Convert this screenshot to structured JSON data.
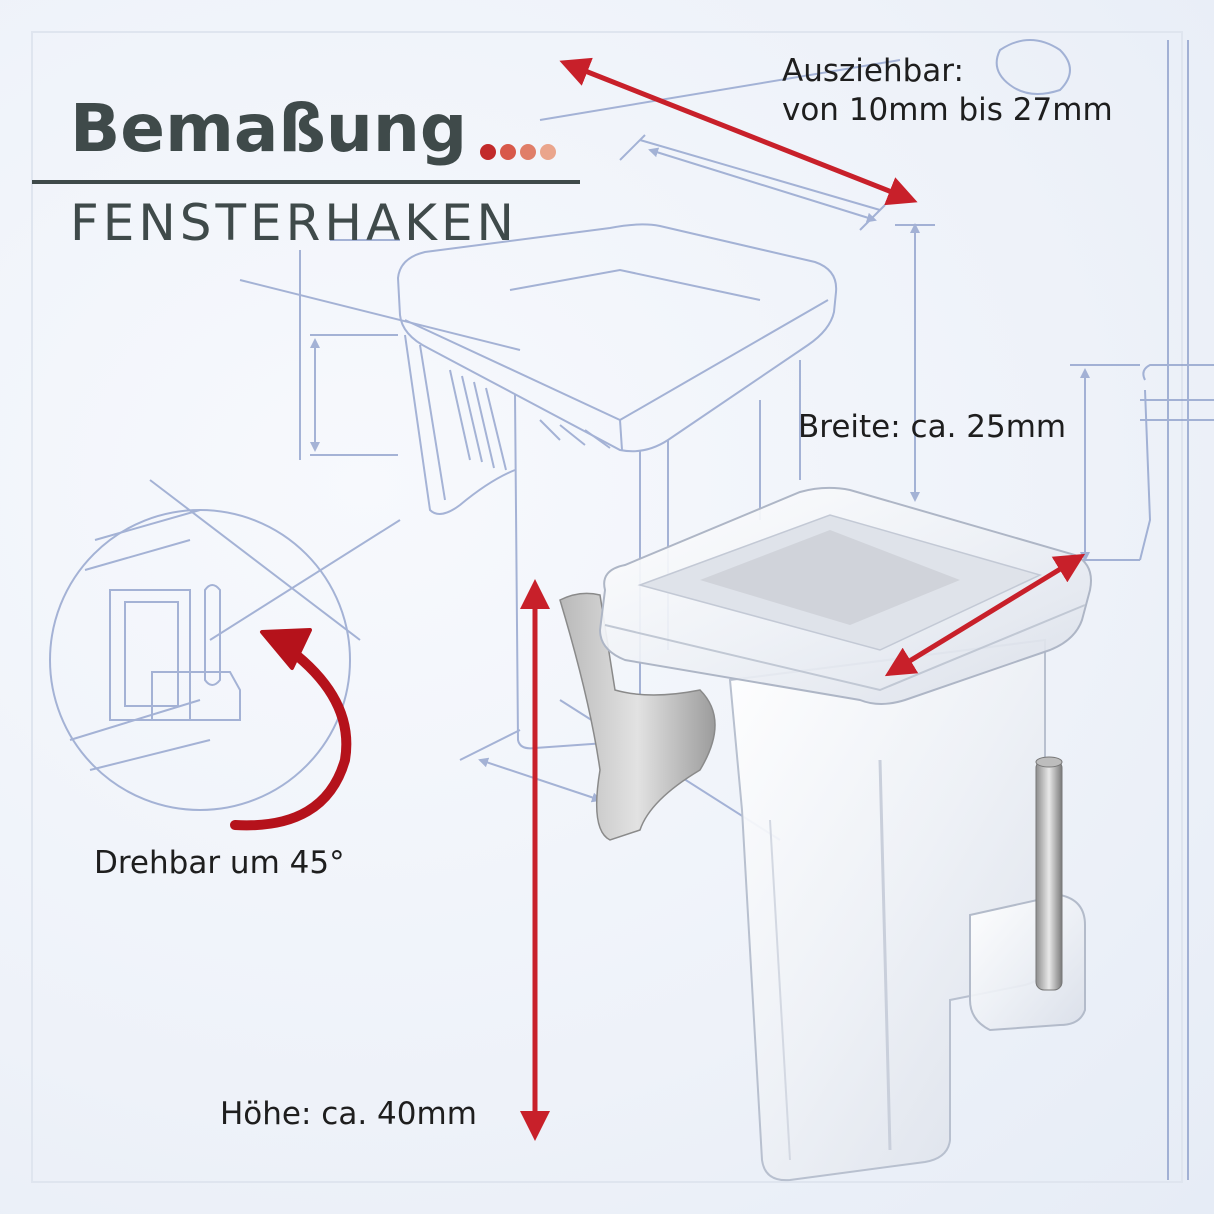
{
  "header": {
    "title": "Bemaßung",
    "subtitle": "FENSTERHAKEN",
    "dot_colors": [
      "#c22a2a",
      "#d8594a",
      "#e07e68",
      "#eaa58c"
    ]
  },
  "labels": {
    "extendable_line1": "Ausziehbar:",
    "extendable_line2": "von 10mm bis 27mm",
    "width": "Breite: ca. 25mm",
    "rotation": "Drehbar um 45°",
    "height": "Höhe: ca. 40mm"
  },
  "colors": {
    "accent_red": "#c8202a",
    "sketch_blue": "#8a9cc9",
    "text_dark": "#3f4a4a"
  }
}
